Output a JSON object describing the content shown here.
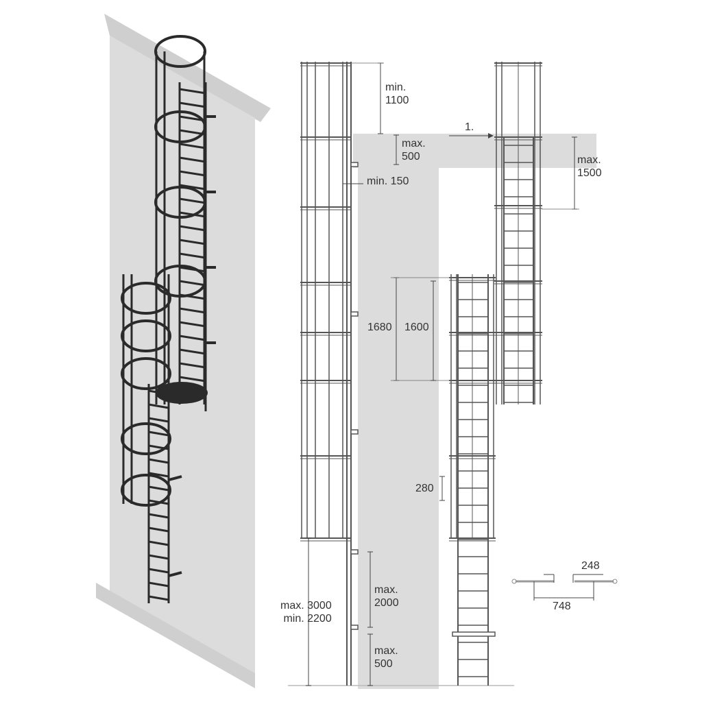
{
  "dimensions": {
    "top_overhang": {
      "line1": "min.",
      "line2": "1100"
    },
    "exit_gap": {
      "line1": "max.",
      "line2": "500"
    },
    "wall_distance": "min. 150",
    "cage_section_height": "1680",
    "overlap_height": "1600",
    "total_lower": {
      "line1": "max. 3000",
      "line2": "min. 2200"
    },
    "lower_open": {
      "line1": "max.",
      "line2": "2000"
    },
    "bottom_gap": {
      "line1": "max.",
      "line2": "500"
    },
    "exit_marker": "1.",
    "offset_exit": {
      "line1": "max.",
      "line2": "1500"
    },
    "rung_spacing": "280",
    "rung_inner": "248",
    "rung_outer": "748"
  },
  "colors": {
    "wall": "#dcdcdc",
    "line": "#555555",
    "dark": "#2a2a2a"
  }
}
